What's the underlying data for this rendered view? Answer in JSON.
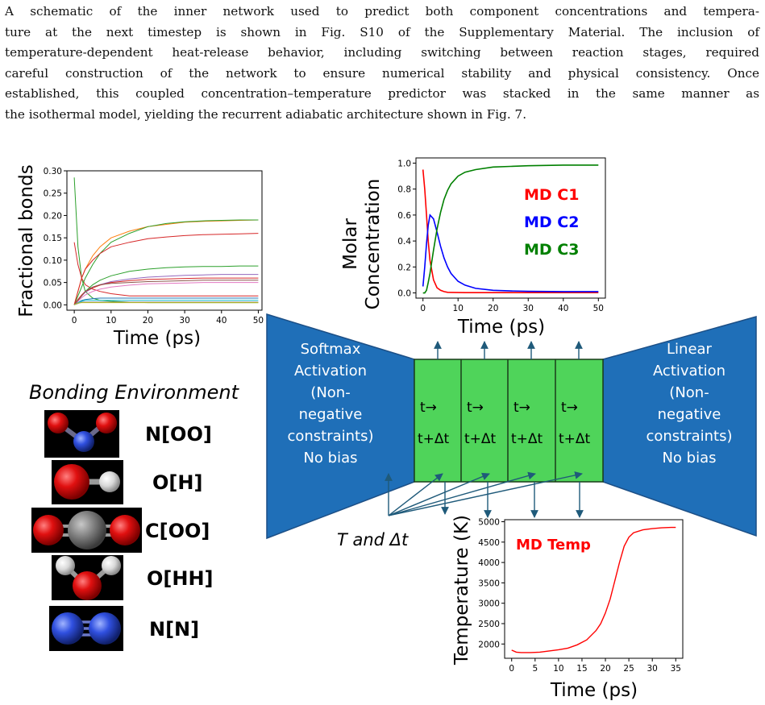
{
  "paragraph": {
    "lines": [
      "A schematic of the inner network used to predict both component concentrations and tempera-",
      "ture at the next timestep is shown in Fig. S10 of the Supplementary Material. The inclusion of",
      "temperature-dependent heat-release behavior, including switching between reaction stages, required",
      "careful construction of the network to ensure numerical stability and physical consistency. Once",
      "established, this coupled concentration–temperature predictor was stacked in the same manner as",
      "the isothermal model, yielding the recurrent adiabatic architecture shown in Fig. 7."
    ]
  },
  "figure": {
    "colors": {
      "trapezoid": "#1f6fb8",
      "trapezoid_edge": "#1c4f86",
      "cells": "#4fd45a",
      "arrows": "#1f5a7a"
    },
    "bonding": {
      "title": "Bonding Environment",
      "molecules": [
        {
          "label": "N[OO]",
          "icon": "nitrogen-dioxide-icon"
        },
        {
          "label": "O[H]",
          "icon": "hydroxyl-icon"
        },
        {
          "label": "C[OO]",
          "icon": "carbon-dioxide-icon"
        },
        {
          "label": "O[HH]",
          "icon": "water-icon"
        },
        {
          "label": "N[N]",
          "icon": "nitrogen-icon"
        }
      ]
    },
    "left_block": {
      "lines": [
        "Softmax",
        "Activation",
        "(Non-",
        "negative",
        "constraints)",
        "No bias"
      ]
    },
    "right_block": {
      "lines": [
        "Linear",
        "Activation",
        "(Non-",
        "negative",
        "constraints)",
        "No bias"
      ]
    },
    "cells": [
      {
        "top": "t→",
        "bottom": "t+Δt"
      },
      {
        "top": "t→",
        "bottom": "t+Δt"
      },
      {
        "top": "t→",
        "bottom": "t+Δt"
      },
      {
        "top": "t→",
        "bottom": "t+Δt"
      }
    ],
    "input_label": "T and Δt"
  },
  "chart_data": [
    {
      "type": "line",
      "xlabel": "Time (ps)",
      "ylabel": "Fractional bonds",
      "xlim": [
        -2,
        51
      ],
      "ylim": [
        -0.012,
        0.3
      ],
      "xticks": [
        0,
        10,
        20,
        30,
        40,
        50
      ],
      "yticks": [
        0.0,
        0.05,
        0.1,
        0.15,
        0.2,
        0.25,
        0.3
      ],
      "ytick_labels": [
        "0.00",
        "0.05",
        "0.10",
        "0.15",
        "0.20",
        "0.25",
        "0.30"
      ],
      "grid": false,
      "x": [
        0,
        1,
        2,
        3,
        5,
        7,
        10,
        15,
        20,
        25,
        30,
        35,
        40,
        45,
        50
      ],
      "series": [
        {
          "color": "#2ca02c",
          "values": [
            0.285,
            0.13,
            0.06,
            0.03,
            0.015,
            0.01,
            0.008,
            0.006,
            0.005,
            0.005,
            0.005,
            0.005,
            0.005,
            0.005,
            0.005
          ]
        },
        {
          "color": "#d62728",
          "values": [
            0.14,
            0.09,
            0.06,
            0.045,
            0.035,
            0.03,
            0.025,
            0.02,
            0.02,
            0.02,
            0.02,
            0.02,
            0.02,
            0.02,
            0.02
          ]
        },
        {
          "color": "#ff7f0e",
          "values": [
            0.0,
            0.03,
            0.06,
            0.08,
            0.11,
            0.13,
            0.15,
            0.165,
            0.175,
            0.18,
            0.185,
            0.187,
            0.188,
            0.189,
            0.19
          ]
        },
        {
          "color": "#2ca02c",
          "values": [
            0.0,
            0.02,
            0.04,
            0.06,
            0.09,
            0.115,
            0.14,
            0.16,
            0.175,
            0.182,
            0.186,
            0.188,
            0.189,
            0.19,
            0.19
          ]
        },
        {
          "color": "#d62728",
          "values": [
            0.0,
            0.03,
            0.06,
            0.08,
            0.1,
            0.115,
            0.13,
            0.14,
            0.148,
            0.152,
            0.155,
            0.157,
            0.158,
            0.159,
            0.16
          ]
        },
        {
          "color": "#2ca02c",
          "values": [
            0.0,
            0.01,
            0.02,
            0.03,
            0.045,
            0.055,
            0.065,
            0.075,
            0.08,
            0.083,
            0.085,
            0.086,
            0.086,
            0.087,
            0.087
          ]
        },
        {
          "color": "#9467bd",
          "values": [
            0.0,
            0.01,
            0.02,
            0.028,
            0.038,
            0.045,
            0.052,
            0.058,
            0.062,
            0.064,
            0.066,
            0.067,
            0.068,
            0.068,
            0.068
          ]
        },
        {
          "color": "#d62728",
          "values": [
            0.0,
            0.012,
            0.022,
            0.03,
            0.038,
            0.044,
            0.05,
            0.054,
            0.057,
            0.058,
            0.059,
            0.06,
            0.06,
            0.06,
            0.06
          ]
        },
        {
          "color": "#e377c2",
          "values": [
            0.0,
            0.008,
            0.016,
            0.022,
            0.03,
            0.035,
            0.04,
            0.044,
            0.047,
            0.048,
            0.049,
            0.05,
            0.05,
            0.05,
            0.05
          ]
        },
        {
          "color": "#8c564b",
          "values": [
            0.0,
            0.01,
            0.02,
            0.03,
            0.04,
            0.045,
            0.048,
            0.05,
            0.052,
            0.053,
            0.054,
            0.055,
            0.055,
            0.055,
            0.055
          ]
        },
        {
          "color": "#1f77b4",
          "values": [
            0.0,
            0.005,
            0.01,
            0.012,
            0.014,
            0.015,
            0.015,
            0.015,
            0.015,
            0.015,
            0.015,
            0.015,
            0.015,
            0.015,
            0.015
          ]
        },
        {
          "color": "#17becf",
          "values": [
            0.0,
            0.004,
            0.008,
            0.01,
            0.01,
            0.01,
            0.01,
            0.01,
            0.01,
            0.01,
            0.01,
            0.01,
            0.01,
            0.01,
            0.01
          ]
        },
        {
          "color": "#7f7f7f",
          "values": [
            0.0,
            0.003,
            0.006,
            0.006,
            0.006,
            0.006,
            0.006,
            0.006,
            0.006,
            0.006,
            0.006,
            0.006,
            0.006,
            0.006,
            0.006
          ]
        },
        {
          "color": "#bcbd22",
          "values": [
            0.0,
            0.004,
            0.005,
            0.005,
            0.005,
            0.005,
            0.005,
            0.005,
            0.005,
            0.005,
            0.005,
            0.005,
            0.005,
            0.005,
            0.005
          ]
        }
      ]
    },
    {
      "type": "line",
      "xlabel": "Time (ps)",
      "ylabel": "Molar Concentration",
      "xlim": [
        -2,
        52
      ],
      "ylim": [
        -0.04,
        1.04
      ],
      "xticks": [
        0,
        10,
        20,
        30,
        40,
        50
      ],
      "yticks": [
        0.0,
        0.2,
        0.4,
        0.6,
        0.8,
        1.0
      ],
      "ytick_labels": [
        "0.0",
        "0.2",
        "0.4",
        "0.6",
        "0.8",
        "1.0"
      ],
      "grid": false,
      "legend": "upper right",
      "x": [
        0,
        0.5,
        1,
        1.5,
        2,
        3,
        4,
        5,
        6,
        7,
        8,
        10,
        12,
        15,
        20,
        25,
        30,
        40,
        50
      ],
      "series": [
        {
          "name": "MD C1",
          "color": "#ff0000",
          "values": [
            0.95,
            0.8,
            0.6,
            0.4,
            0.25,
            0.1,
            0.04,
            0.02,
            0.01,
            0.005,
            0.004,
            0.003,
            0.002,
            0.002,
            0.002,
            0.002,
            0.002,
            0.002,
            0.002
          ]
        },
        {
          "name": "MD C2",
          "color": "#0000ff",
          "values": [
            0.05,
            0.2,
            0.38,
            0.52,
            0.6,
            0.57,
            0.47,
            0.36,
            0.27,
            0.2,
            0.15,
            0.09,
            0.06,
            0.035,
            0.02,
            0.015,
            0.012,
            0.01,
            0.01
          ]
        },
        {
          "name": "MD C3",
          "color": "#008000",
          "values": [
            0.0,
            0.0,
            0.02,
            0.08,
            0.15,
            0.33,
            0.49,
            0.62,
            0.72,
            0.79,
            0.84,
            0.9,
            0.93,
            0.95,
            0.97,
            0.975,
            0.98,
            0.985,
            0.985
          ]
        }
      ]
    },
    {
      "type": "line",
      "xlabel": "Time (ps)",
      "ylabel": "Temperature (K)",
      "xlim": [
        -1.5,
        36.5
      ],
      "ylim": [
        1650,
        5050
      ],
      "xticks": [
        0,
        5,
        10,
        15,
        20,
        25,
        30,
        35
      ],
      "yticks": [
        2000,
        2500,
        3000,
        3500,
        4000,
        4500,
        5000
      ],
      "ytick_labels": [
        "2000",
        "2500",
        "3000",
        "3500",
        "4000",
        "4500",
        "5000"
      ],
      "grid": false,
      "legend": "upper left",
      "x": [
        0,
        1,
        2,
        4,
        6,
        8,
        10,
        12,
        14,
        16,
        18,
        19,
        20,
        21,
        22,
        23,
        24,
        25,
        26,
        28,
        30,
        32,
        34,
        35
      ],
      "series": [
        {
          "name": "MD Temp",
          "color": "#ff0000",
          "values": [
            1850,
            1800,
            1790,
            1790,
            1800,
            1830,
            1860,
            1900,
            1980,
            2100,
            2330,
            2500,
            2760,
            3100,
            3550,
            4000,
            4400,
            4620,
            4730,
            4800,
            4830,
            4850,
            4860,
            4860
          ]
        }
      ]
    }
  ]
}
